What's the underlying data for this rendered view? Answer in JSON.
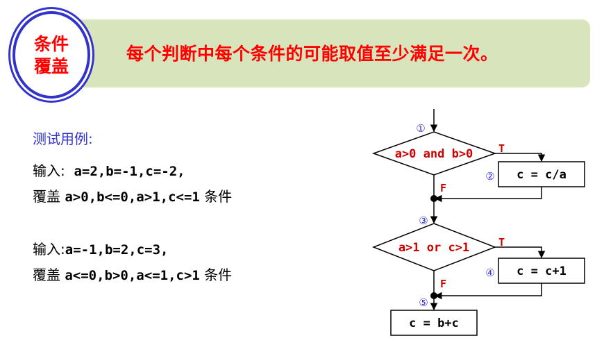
{
  "header": {
    "badge_line1": "条件",
    "badge_line2": "覆盖",
    "title": "每个判断中每个条件的可能取值至少满足一次。"
  },
  "testcases": {
    "heading": "测试用例:",
    "case1": {
      "input_label": "输入:  ",
      "input_value": "a=2,b=-1,c=-2,",
      "cover_label": "覆盖 ",
      "cover_value": "a>0,b<=0,a>1,c<=1",
      "cover_suffix": " 条件"
    },
    "case2": {
      "input_label": "输入:",
      "input_value": "a=-1,b=2,c=3,",
      "cover_label": "覆盖 ",
      "cover_value": "a<=0,b>0,a<=1,c>1",
      "cover_suffix": " 条件"
    }
  },
  "flowchart": {
    "decision1": "a>0 and b>0",
    "decision2": "a>1 or c>1",
    "box1": "c = c/a",
    "box2": "c = c+1",
    "box3": "c = b+c",
    "true_label": "T",
    "false_label": "F",
    "marks": [
      "①",
      "②",
      "③",
      "④",
      "⑤"
    ]
  },
  "colors": {
    "title_red": "#ff0000",
    "band_green": "#d8e4bc",
    "badge_blue": "#3333cc",
    "condition_red": "#cc0000"
  }
}
